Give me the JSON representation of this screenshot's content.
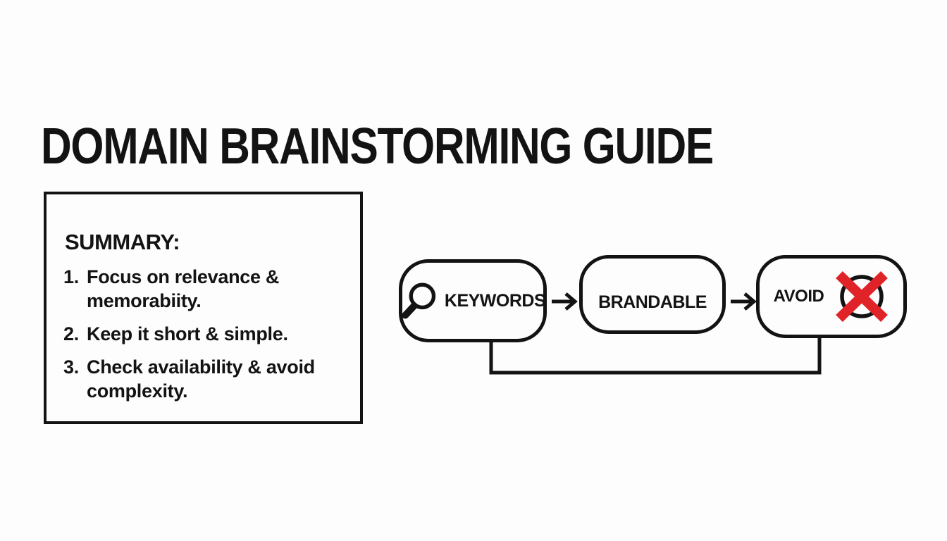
{
  "title": "DOMAIN BRAINSTORMING GUIDE",
  "summary": {
    "heading": "SUMMARY:",
    "items": [
      {
        "number": "1.",
        "lines": [
          "Focus on relevance &",
          "memorabiity."
        ]
      },
      {
        "number": "2.",
        "lines": [
          "Keep it short & simple."
        ]
      },
      {
        "number": "3.",
        "lines": [
          "Check availability & avoid",
          "complexity."
        ]
      }
    ]
  },
  "flow": {
    "nodes": [
      {
        "label": "KEYWORDS",
        "icon": "magnifier-icon"
      },
      {
        "label": "BRANDABLE",
        "icon": "lightbulb-icon"
      },
      {
        "label": "AVOID",
        "icon": "crossed-circle-icon"
      }
    ],
    "connectors": [
      "arrow-right",
      "arrow-right",
      "feedback-loop"
    ]
  },
  "colors": {
    "ink": "#131313",
    "cross_red": "#e02328",
    "background": "#fdfdfd"
  }
}
